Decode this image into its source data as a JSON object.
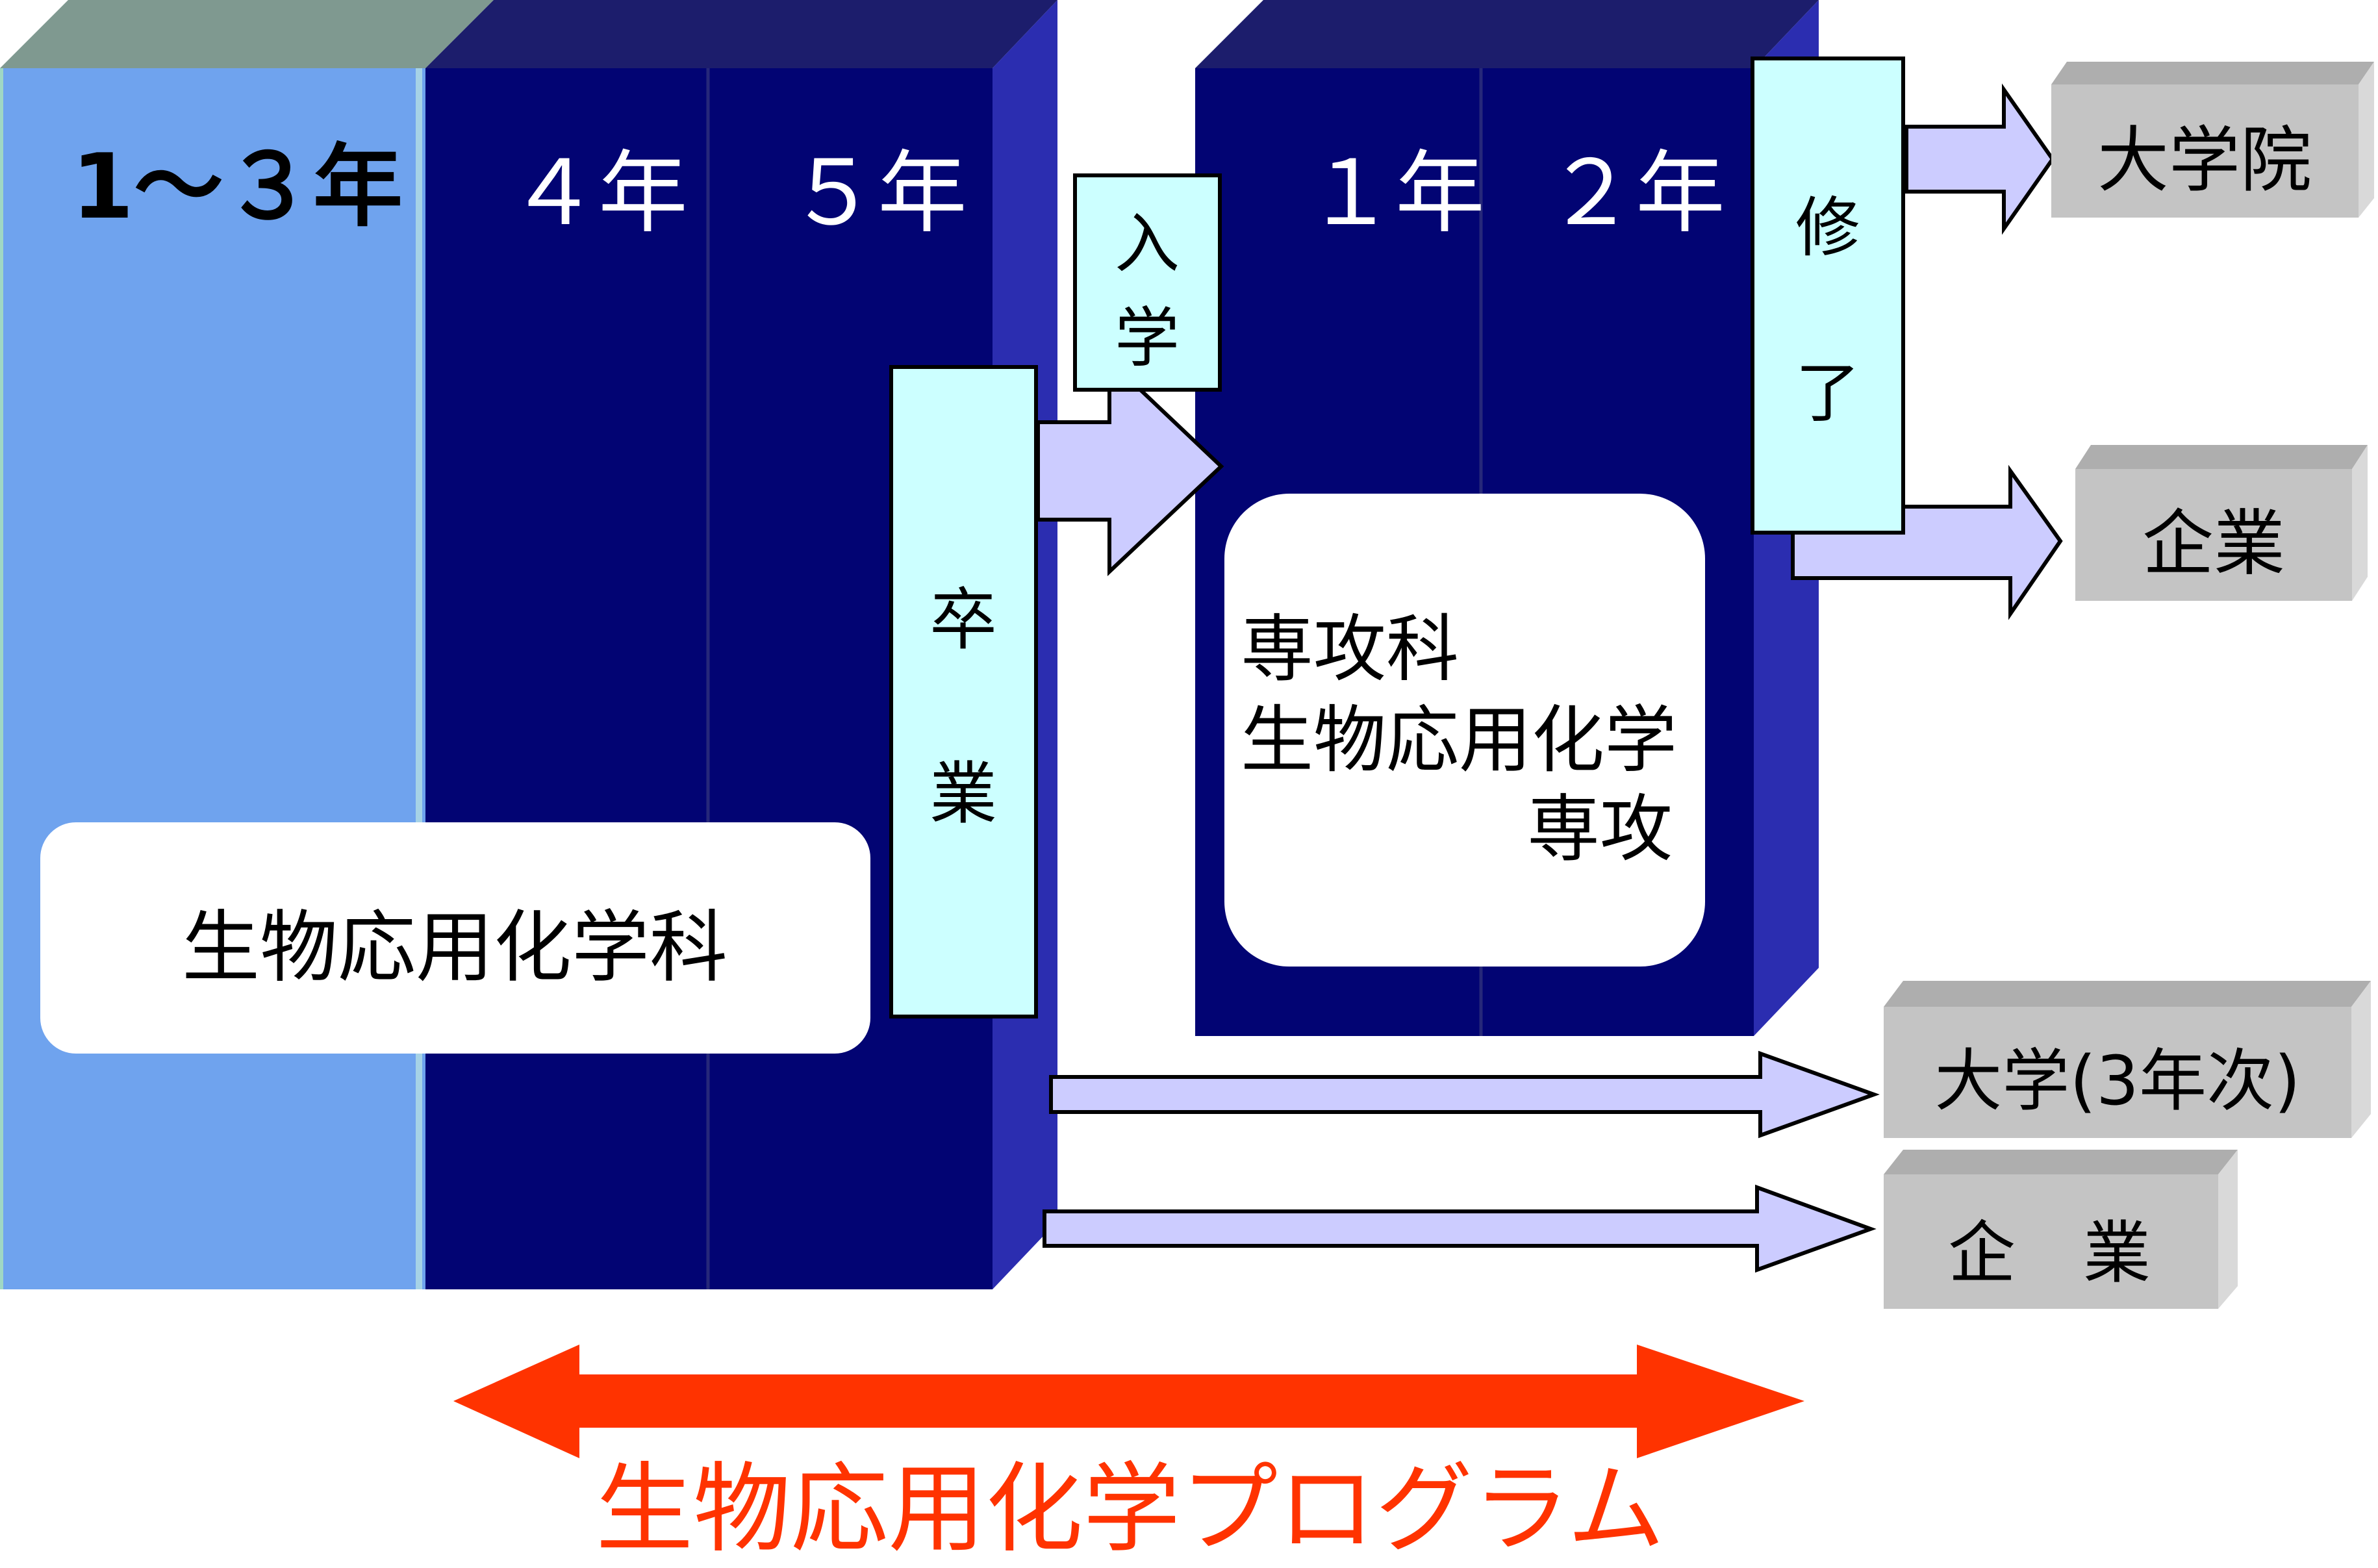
{
  "diagram": {
    "colors": {
      "light_block": "#6fa3ee",
      "light_block_top": "#7f9990",
      "dark_block": "#020473",
      "dark_block_side": "#2b2db0",
      "cyan_box": "#ccffff",
      "arrow_fill": "#ccccff",
      "gray_box": "#c4c4c4",
      "program_red": "#ff3300",
      "white": "#ffffff",
      "black": "#000000"
    },
    "school_years": {
      "years_1_3": "1～３年",
      "year_4": "４年",
      "year_5": "５年"
    },
    "grad_years": {
      "year_1": "１年",
      "year_2": "２年"
    },
    "department": "生物応用化学科",
    "graduation": [
      "卒",
      "業"
    ],
    "entrance": [
      "入",
      "学"
    ],
    "completion": [
      "修",
      "了"
    ],
    "advanced_course": {
      "line1": "専攻科",
      "line2": "生物応用化学",
      "line3": "専攻"
    },
    "destinations": {
      "grad_school": "大学院",
      "company_after_completion": "企業",
      "university_transfer": "大学(3年次)",
      "company_after_graduation": "企　業"
    },
    "program_title": "生物応用化学プログラム"
  }
}
